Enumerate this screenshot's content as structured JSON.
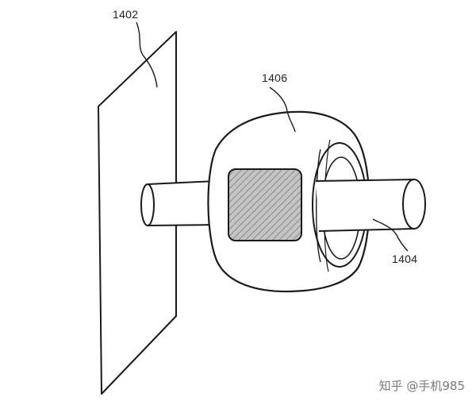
{
  "labels": {
    "wall_plate": "1402",
    "ring_device": "1406",
    "rod": "1404"
  },
  "watermark": "知乎 @手机985",
  "colors": {
    "line": "#1a1a1a",
    "hatch_fill": "#b9b9b9",
    "hatch_stroke": "#8a8a8a",
    "watermark": "#7a7a7a"
  }
}
